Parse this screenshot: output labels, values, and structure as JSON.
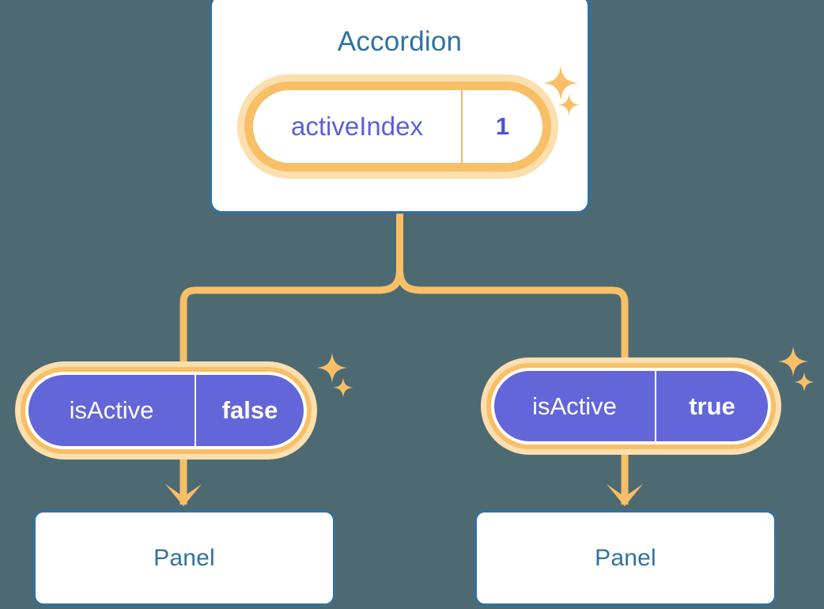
{
  "theme": {
    "background": "#4d6a72",
    "card_border": "#32719f",
    "card_title_text": "#2f73a0",
    "pill_border_orange": "#f8bf67",
    "pill_glow_orange": "#fbdfae",
    "pill_purple_fill": "#6366d8",
    "value_indigo_text": "#4e52d6",
    "key_indigo_text": "#5b5fd9",
    "connector_orange": "#f8bf67",
    "white": "#ffffff"
  },
  "diagram": {
    "type": "component-tree",
    "root": {
      "title": "Accordion",
      "state_pill": {
        "key": "activeIndex",
        "value": "1",
        "style": "white-pill-orange-border",
        "highlighted": true
      }
    },
    "branches": [
      {
        "side": "left",
        "prop_pill": {
          "key": "isActive",
          "value": "false",
          "style": "purple-pill-orange-ring",
          "highlighted": true
        },
        "child": {
          "title": "Panel"
        },
        "arrow": "down-arrow-icon"
      },
      {
        "side": "right",
        "prop_pill": {
          "key": "isActive",
          "value": "true",
          "style": "purple-pill-orange-ring",
          "highlighted": true
        },
        "child": {
          "title": "Panel"
        },
        "arrow": "down-arrow-icon"
      }
    ],
    "decorations": [
      {
        "name": "sparkle-cluster-root",
        "near": "activeIndex pill",
        "stars": 2
      },
      {
        "name": "sparkle-cluster-left-pill",
        "near": "isActive false pill",
        "stars": 2
      },
      {
        "name": "sparkle-cluster-right-pill",
        "near": "isActive true pill",
        "stars": 2
      }
    ]
  }
}
